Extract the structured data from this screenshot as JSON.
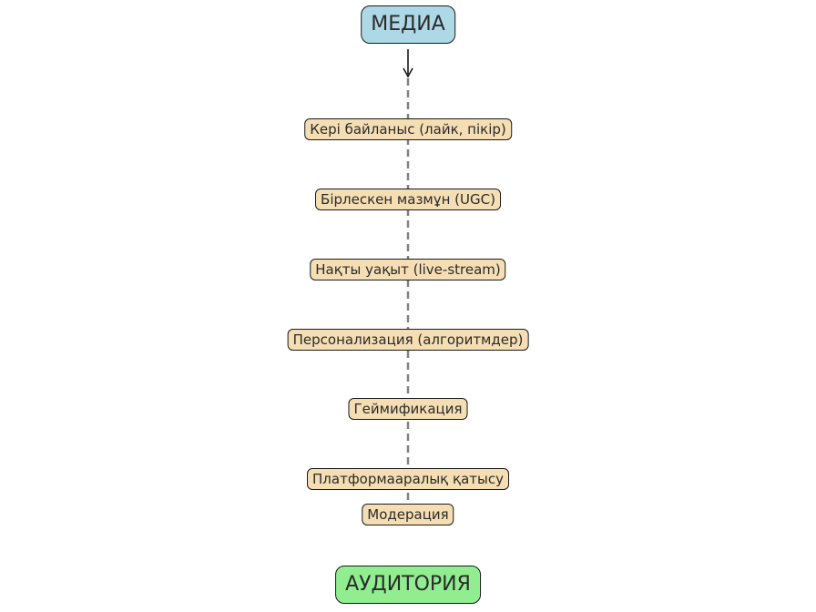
{
  "diagram": {
    "source": {
      "label": "МЕДИА",
      "color": "#add8e6"
    },
    "target": {
      "label": "АУДИТОРИЯ",
      "color": "#90ee90"
    },
    "mechanisms": [
      {
        "label": "Кері байланыс (лайк, пікір)"
      },
      {
        "label": "Бірлескен мазмұн (UGC)"
      },
      {
        "label": "Нақты уақыт (live-stream)"
      },
      {
        "label": "Персонализация (алгоритмдер)"
      },
      {
        "label": "Геймификация"
      },
      {
        "label": "Платформааралық қатысу"
      },
      {
        "label": "Модерация"
      }
    ],
    "mechanism_color": "#f5deb3",
    "connector_color": "#808080"
  }
}
